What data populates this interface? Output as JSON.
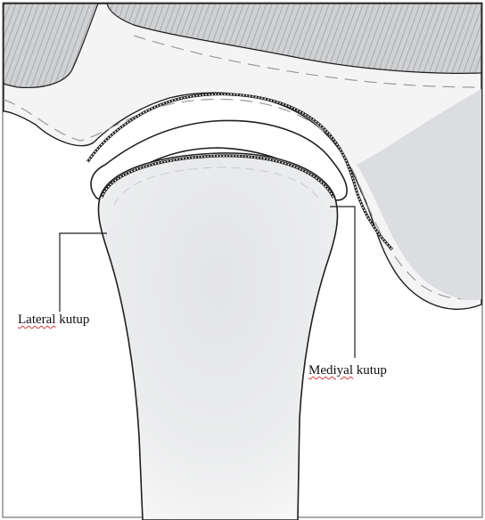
{
  "labels": {
    "lateral": {
      "word1": "Lateral",
      "word2": "kutup"
    },
    "medial": {
      "word1": "Mediyal",
      "word2": "kutup"
    }
  },
  "colors": {
    "bone_fill": "#f2f3f4",
    "bone_core_fill": "#e6e7e9",
    "muscle_fill": "#d7d8da",
    "muscle_stripe": "#8e9094",
    "outline": "#1f1f1f",
    "disc_fill": "#ffffff",
    "spellcheck_underline": "#d23b3b"
  }
}
